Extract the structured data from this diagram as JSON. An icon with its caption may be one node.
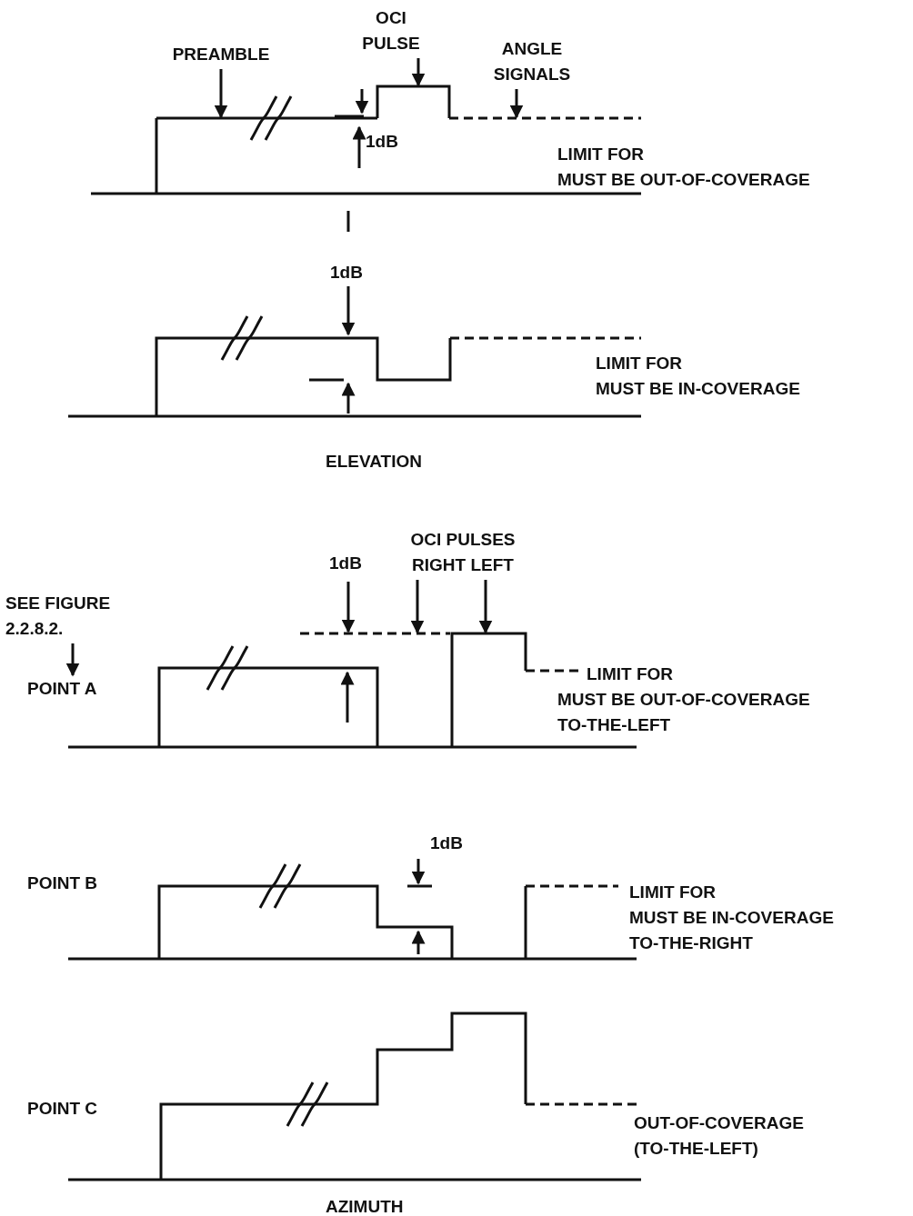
{
  "diagram": {
    "nodes": [
      {
        "text": [
          "PREAMBLE"
        ]
      },
      {
        "text": [
          "OCI PULSE"
        ]
      },
      {
        "text": [
          "ANGLE SIGNALS"
        ]
      },
      {
        "text": [
          "SEE FIGURE 2.2.8.2."
        ]
      },
      {
        "text": [
          "POINT A"
        ]
      },
      {
        "text": [
          "OCI PULSES",
          "RIGHT LEFT"
        ]
      },
      {
        "text": [],
        "shape": "line"
      },
      {
        "text": [],
        "shape": "line"
      },
      {
        "text": [],
        "shape": "line"
      },
      {
        "text": [],
        "shape": "line"
      },
      {
        "text": [],
        "shape": "line"
      }
    ],
    "edges": [
      {
        "from": 0,
        "to": 6,
        "arrow": "to"
      },
      {
        "from": 1,
        "to": 7,
        "arrow": "to"
      },
      {
        "from": 2,
        "to": 8,
        "arrow": "to"
      },
      {
        "from": 3,
        "to": 4,
        "arrow": "to"
      },
      {
        "from": 5,
        "to": 9,
        "arrow": "to"
      },
      {
        "from": 5,
        "to": 10,
        "arrow": "to"
      }
    ],
    "labels": [
      "1dB",
      "LIMIT FOR",
      "MUST BE OUT-OF-COVERAGE",
      "1dB",
      "LIMIT FOR",
      "MUST BE IN-COVERAGE",
      "ELEVATION",
      "1dB",
      "LIMIT FOR",
      "MUST BE OUT-OF-COVERAGE",
      "TO-THE-LEFT",
      "POINT B",
      "1dB",
      "LIMIT FOR",
      "MUST BE IN-COVERAGE",
      "TO-THE-RIGHT",
      "POINT C",
      "OUT-OF-COVERAGE",
      "(TO-THE-LEFT)",
      "AZIMUTH"
    ]
  }
}
